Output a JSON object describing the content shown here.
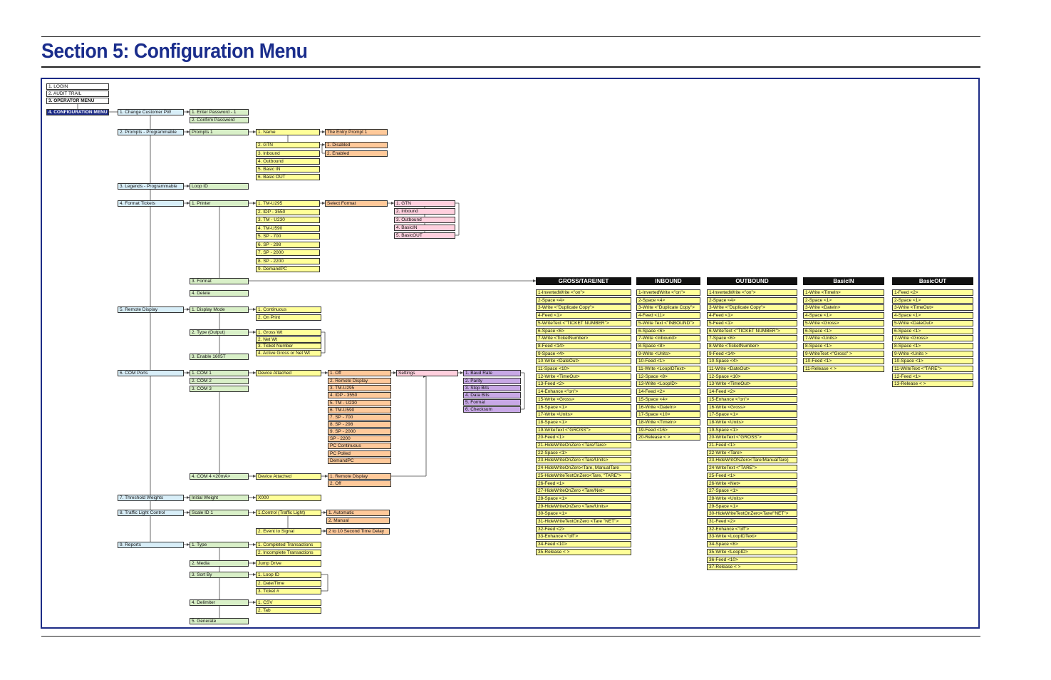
{
  "page_title": "Section 5: Configuration Menu",
  "root": [
    "1. LOGIN",
    "2. AUDIT TRAIL",
    "3. OPERATOR MENU",
    "4. CONFIGURATION MENU"
  ],
  "main_menu": [
    "1. Change Customer PW",
    "2. Prompts - Programmable",
    "3. Legends - Programmable",
    "4. Format Tickets",
    "5. Remote Display",
    "6. COM Ports",
    "7. Threshold Weights",
    "8. Traffic Light Control",
    "9. Reports"
  ],
  "change_pw": [
    "1. Enter Password - 1",
    "2. Confirm Password"
  ],
  "prompts": {
    "level2": "Prompts 1",
    "items": [
      "1. Name",
      "2. GTN",
      "3. Inbound",
      "4. Outbound",
      "5. Basic IN",
      "6. Basic OUT"
    ],
    "name_value": "The Entry Prompt 1",
    "gtn_options": [
      "1. Disabled",
      "2. Enabled"
    ]
  },
  "legends": {
    "level2": "Loop ID"
  },
  "format_tickets": {
    "level2": [
      "1. Printer",
      "3. Format",
      "4. Delete"
    ],
    "printers": [
      "1. TM-U295",
      "2. IDP - 3550",
      "3. TM - U230",
      "4. TM-U590",
      "5. SP - 700",
      "6. SP - 298",
      "7. SP - 2000",
      "8. SP - 2200",
      "9. DemandPC"
    ],
    "select_format": "Select Format",
    "formats": [
      "1. GTN",
      "2. Inbound",
      "3. Outbound",
      "4. BasicIN",
      "5. BasicOUT"
    ]
  },
  "remote_display": {
    "level2": [
      "1. Display Mode",
      "2. Type (Output)",
      "3. Enable 1605T"
    ],
    "modes": [
      "1. Continuous",
      "2. On Print"
    ],
    "types": [
      "1. Gross Wt",
      "2. Net Wt",
      "3. Ticket Number",
      "4. Active Gross or Net Wt"
    ]
  },
  "com_ports": {
    "level2": [
      "1. COM 1",
      "2. COM 2",
      "3. COM 3",
      "4. COM 4 <20mA>"
    ],
    "device_attached": "Device Attached",
    "devices": [
      "1. Off",
      "2. Remote Display",
      "3. TM-U295",
      "4. IDP - 3550",
      "5. TM - U230",
      "6. TM-U590",
      "7. SP - 700",
      "8. SP - 298",
      "9. SP - 2000",
      "SP - 2200",
      "PC Continuous",
      "PC Polled",
      "DemandPC"
    ],
    "settings": "Settings",
    "setting_items": [
      "1. Baud Rate",
      "2. Parity",
      "3. Stop Bits",
      "4. Data Bits",
      "5. Format",
      "6. Checksum"
    ],
    "com4_devices": [
      "1. Remote Display",
      "2. Off"
    ]
  },
  "threshold": {
    "level2": "Initial Weight",
    "value": "X000"
  },
  "traffic_light": {
    "level2": "Scale ID 1",
    "items": [
      "1.Control (Traffic Light)",
      "2. Event to Signal"
    ],
    "control_options": [
      "1. Automatic",
      "2. Manual"
    ],
    "event_value": "2 to 10 Second Time Delay"
  },
  "reports": {
    "level2": [
      "1. Type",
      "2. Media",
      "3. Sort By",
      "4. Delimiter",
      "5. Generate"
    ],
    "types": [
      "1. Completed Transactions",
      "2. Incomplete Transactions"
    ],
    "media": "Jump Drive",
    "sort": [
      "1. Loop ID",
      "2. Date/Time",
      "3. Ticket #"
    ],
    "delimiter": [
      "1. CSV",
      "2. Tab"
    ]
  },
  "format_columns": [
    {
      "header": "GROSS/TARE/NET",
      "items": [
        "1-InvertedWrite <\"on\">",
        "2-Space <4>",
        "3-Write <\"Duplicate Copy\">",
        "4-Feed <1>",
        "5-WriteText <\"TICKET NUMBER\">",
        "6-Space <6>",
        "7-Write <TicketNumber>",
        "8-Feed <14>",
        "9-Space <4>",
        "10-Write <DateOut>",
        "11-Space <10>",
        "12-Write <TimeOut>",
        "13-Feed <2>",
        "14-Enhance <\"on\">",
        "15-Write <Gross>",
        "16-Space <1>",
        "17-Write <Units>",
        "18-Space <1>",
        "19-WriteText <\"GROSS\">",
        "20-Feed <1>",
        "21-HideWriteOnZero <Tare/Tare>",
        "22-Space <1>",
        "23-HideWriteOnZero <Tare/Units>",
        "24-HideWriteOnZero<Tare, ManualTare",
        "25-HideWriteTextOnZero<Tare, \"TARE\">",
        "26-Feed <1>",
        "27-HideWriteOnZero <Tare/Net>",
        "28-Space <1>",
        "29-HideWriteOnZero <Tare/Units>",
        "30-Space <1>",
        "31-HideWriteTextOnZero <Tare \"NET\">",
        "32-Feed <2>",
        "33-Enhance <\"off\">",
        "34-Feed <10>",
        "35-Release < >"
      ]
    },
    {
      "header": "INBOUND",
      "items": [
        "1-InvertedWrite <\"on\">",
        "2-Space <4>",
        "3-Write <\"Duplicate Copy\">",
        "4-Feed <11>",
        "5-Write Text <\"INBOUND\">",
        "6-Space <6>",
        "7-Write <Inbound>",
        "8-Space <8>",
        "9-Write <Units>",
        "10-Feed <1>",
        "11-Write <LoopIDText>",
        "12-Space <8>",
        "13-Write <LoopID>",
        "14-Feed <2>",
        "15-Space <4>",
        "16-Write <DateIn>",
        "17-Space <10>",
        "18-Write <TimeIn>",
        "19-Feed <16>",
        "20-Release < >"
      ]
    },
    {
      "header": "OUTBOUND",
      "items": [
        "1-InvertedWrite <\"on\">",
        "2-Space <4>",
        "3-Write <\"Duplicate Copy\">",
        "4-Feed <1>",
        "5-Feed <1>",
        "6-WriteText <\"TICKET NUMBER\">",
        "7-Space <6>",
        "8-Write <TicketNumber>",
        "9-Feed <14>",
        "10-Space <4>",
        "11-Write <DateOut>",
        "12-Space <10>",
        "13-Write <TimeOut>",
        "14-Feed <2>",
        "15-Enhance <\"on\">",
        "16-Write <Gross>",
        "17-Space <1>",
        "18-Write <Units>",
        "19-Space <1>",
        "20-WriteText <\"GROSS\">",
        "21-Feed <1>",
        "22-Write <Tare>",
        "23-HideWritONZero<Tare/ManualTare)",
        "24-WriteText <\"TARE\">",
        "25-Feed <1>",
        "26-Write <Net>",
        "27-Space <1>",
        "28-Write <Units>",
        "29-Space <1>",
        "30-HideWriteTextOnZero<Tare/\"NET\">",
        "31-Feed <2>",
        "32-Enhance <\"off\">",
        "33-Write <LoopIDText>",
        "34-Space <6>",
        "35-Write <LoopID>",
        "36-Feed <10>",
        "37-Release < >"
      ]
    },
    {
      "header": "BasicIN",
      "items": [
        "1-Write <TimeIn>",
        "2-Space <1>",
        "3-Write <DateIn>",
        "4-Space <1>",
        "5-Write <Gross>",
        "6-Space <1>",
        "7-Write <Units>",
        "8-Space <1>",
        "9-WriteText <\"Gross\" >",
        "10-Feed <1>",
        "11-Release < >"
      ]
    },
    {
      "header": "BasicOUT",
      "items": [
        "1-Feed <2>",
        "2-Space <1>",
        "3-Write <TimeOut>",
        "4-Space <1>",
        "5-Write <DateOut>",
        "6-Space <1>",
        "7-Write <Gross>",
        "8-Space <1>",
        "9-Write <Units >",
        "10-Space <1>",
        "11-WriteText <\"TARE\">",
        "12-Feed <1>",
        "13-Release < >"
      ]
    }
  ]
}
